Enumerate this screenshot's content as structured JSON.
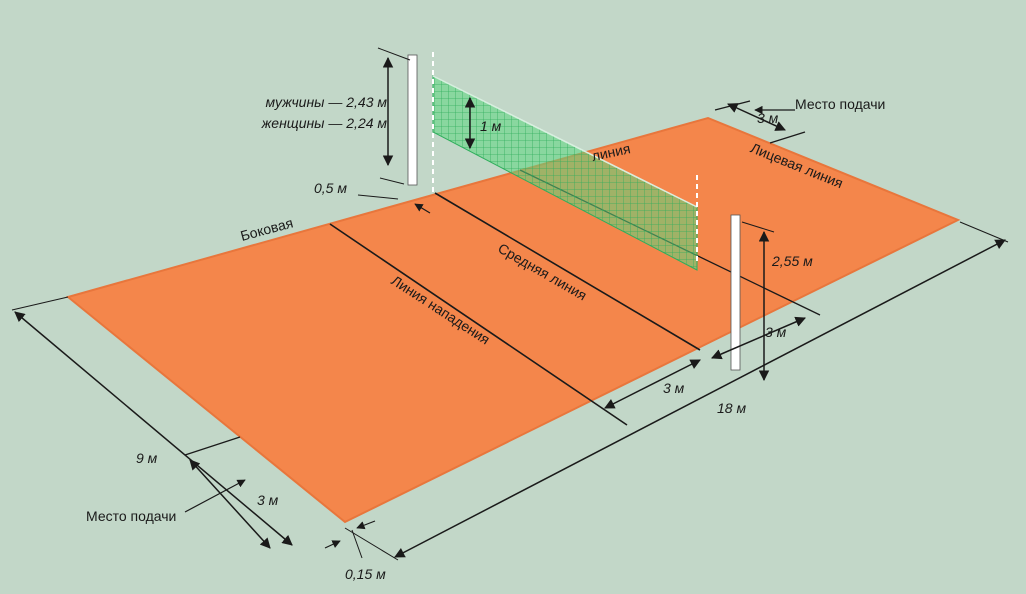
{
  "colors": {
    "background": "#c2d7c8",
    "court": "#f4864b",
    "court_edge": "#e8763c",
    "line": "#1a1a1a",
    "net": "#5bd67e",
    "post": "#ffffff",
    "antenna": "#ffffff"
  },
  "labels": {
    "men_height": "мужчины — 2,43 м",
    "women_height": "женщины — 2,24 м",
    "net_width": "1 м",
    "post_offset": "0,5 м",
    "serve_area_top": "Место подачи",
    "serve_width_top": "3 м",
    "end_line": "Лицевая линия",
    "side_line_part2": "линия",
    "side_line_part1": "Боковая",
    "center_line": "Средняя линия",
    "attack_line": "Линия нападения",
    "post_height": "2,55 м",
    "attack_zone_side": "3 м",
    "attack_zone_length": "3 м",
    "court_length": "18 м",
    "court_width": "9 м",
    "serve_width_bottom": "3 м",
    "serve_area_bottom": "Место подачи",
    "serve_mark_offset": "0,15 м"
  }
}
